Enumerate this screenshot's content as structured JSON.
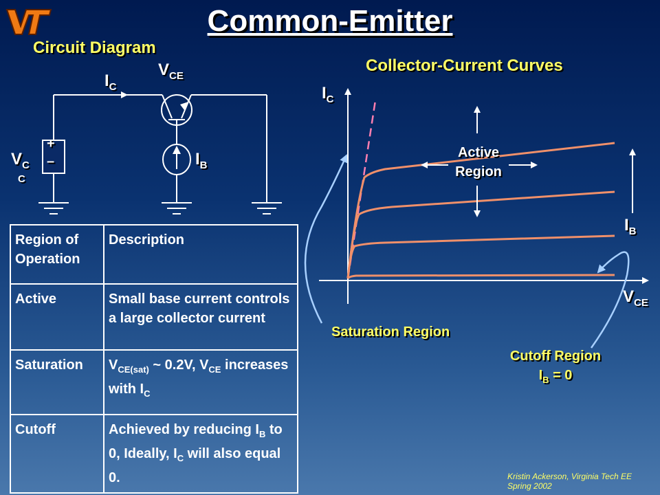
{
  "title": "Common-Emitter",
  "circuit": {
    "heading": "Circuit Diagram",
    "ic_main": "I",
    "ic_sub": "C",
    "vce_main": "V",
    "vce_sub": "CE",
    "ib_main": "I",
    "ib_sub": "B",
    "vcc_main": "V",
    "vcc_sub1": "C",
    "vcc_sub2": "C",
    "plus": "+",
    "minus": "–"
  },
  "curves": {
    "heading": "Collector-Current Curves",
    "y_axis_main": "I",
    "y_axis_sub": "C",
    "x_axis_main": "V",
    "x_axis_sub": "CE",
    "ib_main": "I",
    "ib_sub": "B",
    "active_line1": "Active",
    "active_line2": "Region",
    "saturation": "Saturation Region",
    "cutoff_line1": "Cutoff Region",
    "cutoff_ib_main": "I",
    "cutoff_ib_sub": "B",
    "cutoff_eq": " = 0"
  },
  "table": {
    "header": {
      "region": "Region of Operation",
      "description": "Description"
    },
    "active": {
      "region": "Active",
      "description": "Small base current controls a large collector current"
    },
    "saturation": {
      "region": "Saturation",
      "d1": "V",
      "d1_sub": "CE(sat)",
      "d2": " ~ 0.2V, V",
      "d2_sub": "CE",
      "d3": " increases with I",
      "d3_sub": "C"
    },
    "cutoff": {
      "region": "Cutoff",
      "d1": "Achieved by reducing I",
      "d1_sub": "B",
      "d2": " to 0, Ideally, I",
      "d2_sub": "C",
      "d3": " will also equal 0."
    }
  },
  "credit": {
    "line1": "Kristin Ackerson, Virginia Tech EE",
    "line2": "Spring 2002"
  },
  "colors": {
    "accent_yellow": "#ffff66",
    "curve_orange": "#f0906a",
    "saturation_pink": "#ff7fb0",
    "pointer_blue": "#a8d0ff",
    "logo_orange": "#f07a14"
  }
}
